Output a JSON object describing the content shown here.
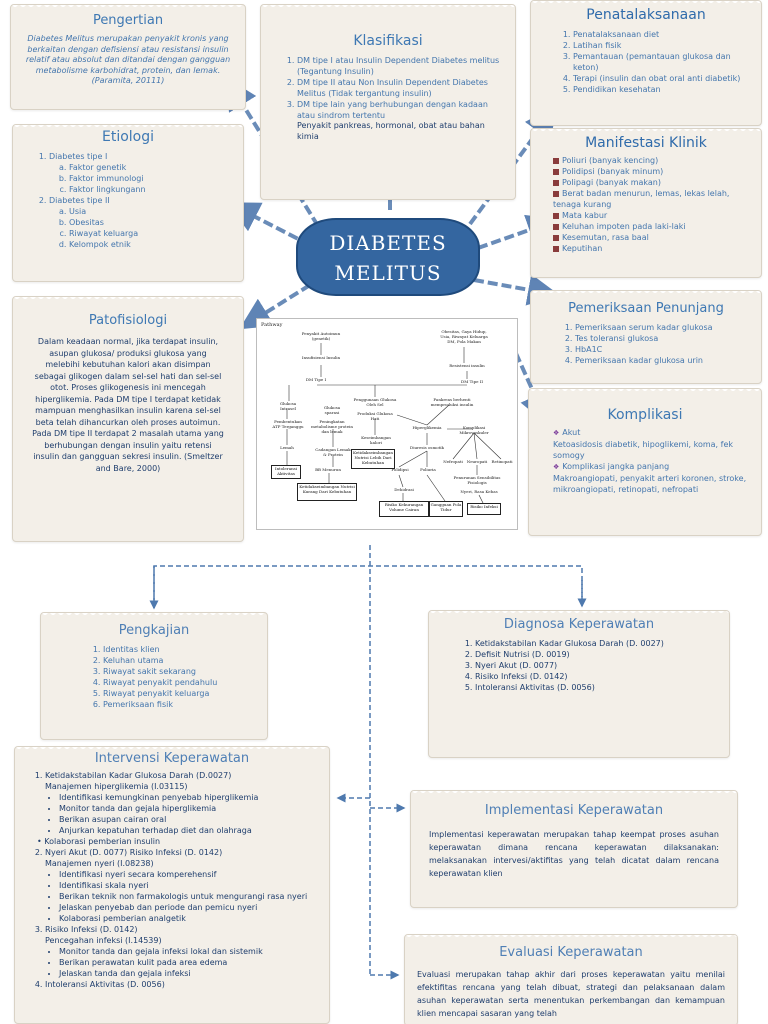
{
  "center": {
    "line1": "DIABETES",
    "line2": "MELITUS"
  },
  "pengertian": {
    "title": "Pengertian",
    "text": "Diabetes Melitus merupakan penyakit kronis yang berkaitan dengan defisiensi atau resistansi insulin relatif atau absolut dan ditandai dengan gangguan metabolisme karbohidrat, protein, dan lemak. (Paramita, 20111)"
  },
  "klasifikasi": {
    "title": "Klasifikasi",
    "items": [
      "DM tipe I atau Insulin Dependent Diabetes melitus (Tegantung Insulin)",
      "DM tipe II atau Non Insulin Dependent Diabetes Melitus (Tidak tergantung insulin)",
      "DM tipe lain yang berhubungan dengan kadaan atau sindrom tertentu"
    ],
    "note": "Penyakit pankreas, hormonal, obat atau bahan kimia"
  },
  "penatalaksanaan": {
    "title": "Penatalaksanaan",
    "items": [
      "Penatalaksanaan diet",
      "Latihan fisik",
      "Pemantauan (pemantauan glukosa dan keton)",
      "Terapi (insulin dan obat oral anti diabetik)",
      "Pendidikan kesehatan"
    ]
  },
  "etiologi": {
    "title": "Etiologi",
    "groups": [
      {
        "label": "Diabetes tipe I",
        "items": [
          "Faktor genetik",
          "Faktor immunologi",
          "Faktor lingkungann"
        ]
      },
      {
        "label": "Diabetes tipe II",
        "items": [
          "Usia",
          "Obesitas",
          "Riwayat keluarga",
          "Kelompok etnik"
        ]
      }
    ]
  },
  "manifestasi": {
    "title": "Manifestasi Klinik",
    "items": [
      "Poliuri (banyak kencing)",
      "Polidipsi (banyak minum)",
      "Polipagi (banyak makan)",
      "Berat badan menurun, lemas, lekas lelah, tenaga kurang",
      "Mata kabur",
      "Keluhan impoten pada laki-laki",
      "Kesemutan, rasa baal",
      "Keputihan"
    ]
  },
  "patofisiologi": {
    "title": "Patofisiologi",
    "text": "Dalam keadaan normal, jika terdapat insulin, asupan glukosa/ produksi glukosa yang melebihi kebutuhan kalori akan disimpan sebagai glikogen dalam sel-sel hati dan sel-sel otot. Proses glikogenesis ini mencegah hiperglikemia. Pada DM tipe I terdapat ketidak mampuan menghasilkan insulin karena sel-sel beta telah dihancurkan oleh proses autoimun. Pada DM tipe II terdapat 2 masalah utama yang berhubungan dengan insulin yaitu retensi insulin dan gangguan sekresi insulin. (Smeltzer and Bare, 2000)"
  },
  "pemeriksaan": {
    "title": "Pemeriksaan Penunjang",
    "items": [
      "Pemeriksaan serum kadar glukosa",
      "Tes toleransi glukosa",
      "HbA1C",
      "Pemeriksaan kadar glukosa urin"
    ]
  },
  "komplikasi": {
    "title": "Komplikasi",
    "items": [
      {
        "label": "Akut",
        "desc": "Ketoasidosis diabetik, hipoglikemi, koma, fek somogy"
      },
      {
        "label": "Komplikasi jangka panjang",
        "desc": "Makroangiopati, penyakit arteri koronen, stroke, mikroangiopati, retinopati, nefropati"
      }
    ]
  },
  "pathway": {
    "header": "Pathway",
    "labels": [
      "Penyakit Autoimun (genetik)",
      "Obesitas, Gaya Hidup, Usia, Riwayat Keluarga DM, Pola Makan",
      "Insufisiensi Insulin",
      "Resistensi insulin",
      "DM Tipe I",
      "DM Tipe II",
      "Glukosa Intrasel",
      "Penggunaan Glukosa Oleh Sel",
      "Produksi Glukosa Hati",
      "Pankreas berhenti memproduksi insulin",
      "Glukosa sparasi",
      "Pembentukan ATP Terganggu",
      "Peningkatan metabolisme protein dan lemak",
      "Hiperglikemia",
      "Komplikasi Mikrovaskuler",
      "Keseimbangan kalori",
      "Diuresis osmotik",
      "Lemah",
      "Cadangan Lemak & Protein",
      "Polidipsi",
      "Poliuria",
      "Nefropati",
      "Neuropati",
      "Retinopati",
      "Penurunan Sensibilitas Fisiologis",
      "Polifagi",
      "Dehidrasi",
      "BB Menurun",
      "Nyeri, Rasa Kebas"
    ],
    "boxes": [
      "Intoleransi Aktivitas",
      "Ketidakseimbangan Nutrisi Kurang Dari Kebutuhan",
      "Ketidakseimbangan Nutrisi Lebih Dari Kebutuhan",
      "Risiko Kekurangan Volume Cairan",
      "Gangguan Pola Tidur",
      "Risiko Infeksi"
    ]
  },
  "pengkajian": {
    "title": "Pengkajian",
    "items": [
      "Identitas klien",
      "Keluhan utama",
      "Riwayat sakit sekarang",
      "Riwayat penyakit pendahulu",
      "Riwayat penyakit keluarga",
      "Pemeriksaan fisik"
    ]
  },
  "diagnosa": {
    "title": "Diagnosa Keperawatan",
    "items": [
      "Ketidakstabilan Kadar Glukosa Darah (D. 0027)",
      "Defisit Nutrisi (D. 0019)",
      "Nyeri Akut (D. 0077)",
      "Risiko Infeksi (D. 0142)",
      "Intoleransi Aktivitas (D. 0056)"
    ]
  },
  "intervensi": {
    "title": "Intervensi Keperawatan",
    "groups": [
      {
        "label": "Ketidakstabilan Kadar Glukosa Darah (D.0027)",
        "sub": "Manajemen hiperglikemia (I.03115)",
        "items": [
          "Identifikasi kemungkinan penyebab hiperglikemia",
          "Monitor tanda dan gejala hiperglikemia",
          "Berikan asupan cairan oral",
          "Anjurkan kepatuhan terhadap diet dan olahraga"
        ],
        "extra": "Kolaborasi pemberian insulin"
      },
      {
        "label": "Nyeri Akut (D. 0077) Risiko Infeksi (D. 0142)",
        "sub": "Manajemen nyeri (I.08238)",
        "items": [
          "Identifikasi nyeri secara komperehensif",
          "Identifikasi skala nyeri",
          "Berikan teknik non farmakologis untuk mengurangi rasa nyeri",
          "Jelaskan penyebab dan periode dan pemicu nyeri",
          "Kolaborasi pemberian analgetik"
        ],
        "extra": ""
      },
      {
        "label": "Risiko Infeksi (D. 0142)",
        "sub": "Pencegahan infeksi (I.14539)",
        "items": [
          "Monitor tanda dan gejala infeksi lokal dan sistemik",
          "Berikan perawatan kulit pada area edema",
          "Jelaskan tanda dan gejala infeksi"
        ],
        "extra": ""
      },
      {
        "label": "Intoleransi Aktivitas (D. 0056)",
        "sub": "",
        "items": [],
        "extra": ""
      }
    ]
  },
  "implementasi": {
    "title": "Implementasi Keperawatan",
    "text": "Implementasi keperawatan merupakan tahap keempat proses asuhan keperawatan dimana rencana keperawatan dilaksanakan: melaksanakan intervesi/aktifitas yang telah dicatat dalam rencana keperawatan klien"
  },
  "evaluasi": {
    "title": "Evaluasi Keperawatan",
    "text": "Evaluasi merupakan tahap akhir dari proses keperawatan yaitu menilai efektifitas rencana yang telah dibuat, strategi dan pelaksanaan dalam asuhan keperawatan serta menentukan perkembangan dan kemampuan klien mencapai sasaran yang telah"
  },
  "colors": {
    "accent": "#3466a0",
    "arrow": "#6a8cb8",
    "card": "#f3efe8",
    "text": "#4476ad"
  }
}
